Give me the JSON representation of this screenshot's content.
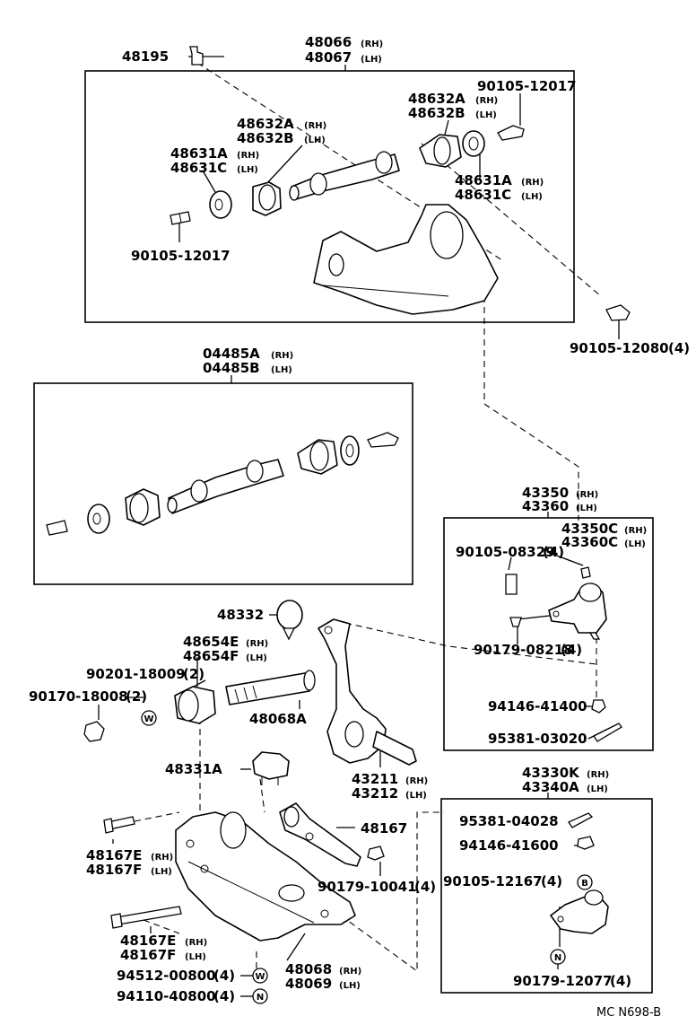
{
  "labels": {
    "p48195": "48195",
    "p48066": "48066",
    "p48066_side": "(RH)",
    "p48067": "48067",
    "p48067_side": "(LH)",
    "p90105_12017_top": "90105-12017",
    "p48632A_r": "48632A",
    "p48632A_r_side": "(RH)",
    "p48632B_r": "48632B",
    "p48632B_r_side": "(LH)",
    "p48632A_l": "48632A",
    "p48632A_l_side": "(RH)",
    "p48632B_l": "48632B",
    "p48632B_l_side": "(LH)",
    "p48631A_l": "48631A",
    "p48631A_l_side": "(RH)",
    "p48631C_l": "48631C",
    "p48631C_l_side": "(LH)",
    "p48631A_r": "48631A",
    "p48631A_r_side": "(RH)",
    "p48631C_r": "48631C",
    "p48631C_r_side": "(LH)",
    "p90105_12017_bot": "90105-12017",
    "p90105_12080": "90105-12080",
    "p90105_12080_qty": "(4)",
    "p04485A": "04485A",
    "p04485A_side": "(RH)",
    "p04485B": "04485B",
    "p04485B_side": "(LH)",
    "p43350": "43350",
    "p43350_side": "(RH)",
    "p43360": "43360",
    "p43360_side": "(LH)",
    "p43350C": "43350C",
    "p43350C_side": "(RH)",
    "p43360C": "43360C",
    "p43360C_side": "(LH)",
    "p90105_08329": "90105-08329",
    "p90105_08329_qty": "(4)",
    "p90179_08218": "90179-08218",
    "p90179_08218_qty": "(4)",
    "p94146_41400": "94146-41400",
    "p95381_03020": "95381-03020",
    "p48332": "48332",
    "p48654E": "48654E",
    "p48654E_side": "(RH)",
    "p48654F": "48654F",
    "p48654F_side": "(LH)",
    "p90201_18009": "90201-18009",
    "p90201_18009_qty": "(2)",
    "p90170_18008": "90170-18008",
    "p90170_18008_qty": "(2)",
    "p48068A": "48068A",
    "p48331A": "48331A",
    "p43211": "43211",
    "p43211_side": "(RH)",
    "p43212": "43212",
    "p43212_side": "(LH)",
    "p43330K": "43330K",
    "p43330K_side": "(RH)",
    "p43340A": "43340A",
    "p43340A_side": "(LH)",
    "p95381_04028": "95381-04028",
    "p94146_41600": "94146-41600",
    "p90105_12167": "90105-12167",
    "p90105_12167_qty": "(4)",
    "p90179_12077": "90179-12077",
    "p90179_12077_qty": "(4)",
    "p48167": "48167",
    "p48167E_a": "48167E",
    "p48167E_a_side": "(RH)",
    "p48167F_a": "48167F",
    "p48167F_a_side": "(LH)",
    "p90179_10041": "90179-10041",
    "p90179_10041_qty": "(4)",
    "p48167E_b": "48167E",
    "p48167E_b_side": "(RH)",
    "p48167F_b": "48167F",
    "p48167F_b_side": "(LH)",
    "p48068": "48068",
    "p48068_side": "(RH)",
    "p48069": "48069",
    "p48069_side": "(LH)",
    "p94512_00800": "94512-00800",
    "p94512_00800_qty": "(4)",
    "p94110_40800": "94110-40800",
    "p94110_40800_qty": "(4)",
    "diagram_code": "MC N698-B"
  },
  "symbols": {
    "washer_mark": "W",
    "nut_mark": "N",
    "bolt_mark": "B"
  }
}
